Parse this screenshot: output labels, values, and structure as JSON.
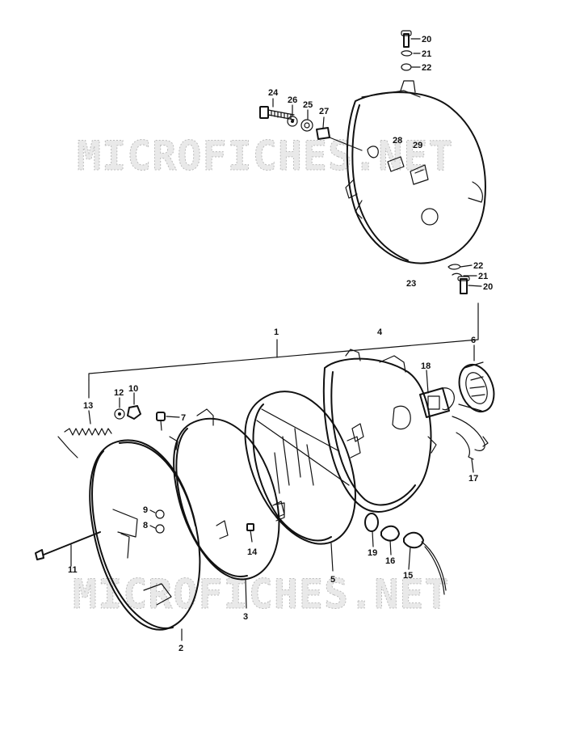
{
  "watermark": {
    "text": "MICROFICHES.NET",
    "color": "#bdbdbd"
  },
  "colors": {
    "ink": "#111111",
    "background": "#ffffff"
  },
  "callouts": [
    {
      "id": "c20a",
      "label": "20"
    },
    {
      "id": "c21a",
      "label": "21"
    },
    {
      "id": "c22a",
      "label": "22"
    },
    {
      "id": "c24",
      "label": "24"
    },
    {
      "id": "c26",
      "label": "26"
    },
    {
      "id": "c25",
      "label": "25"
    },
    {
      "id": "c27",
      "label": "27"
    },
    {
      "id": "c28",
      "label": "28"
    },
    {
      "id": "c29",
      "label": "29"
    },
    {
      "id": "c22b",
      "label": "22"
    },
    {
      "id": "c21b",
      "label": "21"
    },
    {
      "id": "c20b",
      "label": "20"
    },
    {
      "id": "c23",
      "label": "23"
    },
    {
      "id": "c1",
      "label": "1"
    },
    {
      "id": "c4",
      "label": "4"
    },
    {
      "id": "c6",
      "label": "6"
    },
    {
      "id": "c18",
      "label": "18"
    },
    {
      "id": "c13",
      "label": "13"
    },
    {
      "id": "c12",
      "label": "12"
    },
    {
      "id": "c10",
      "label": "10"
    },
    {
      "id": "c7",
      "label": "7"
    },
    {
      "id": "c17",
      "label": "17"
    },
    {
      "id": "c9",
      "label": "9"
    },
    {
      "id": "c8",
      "label": "8"
    },
    {
      "id": "c14",
      "label": "14"
    },
    {
      "id": "c19",
      "label": "19"
    },
    {
      "id": "c16",
      "label": "16"
    },
    {
      "id": "c15",
      "label": "15"
    },
    {
      "id": "c5",
      "label": "5"
    },
    {
      "id": "c11",
      "label": "11"
    },
    {
      "id": "c3",
      "label": "3"
    },
    {
      "id": "c2",
      "label": "2"
    }
  ]
}
